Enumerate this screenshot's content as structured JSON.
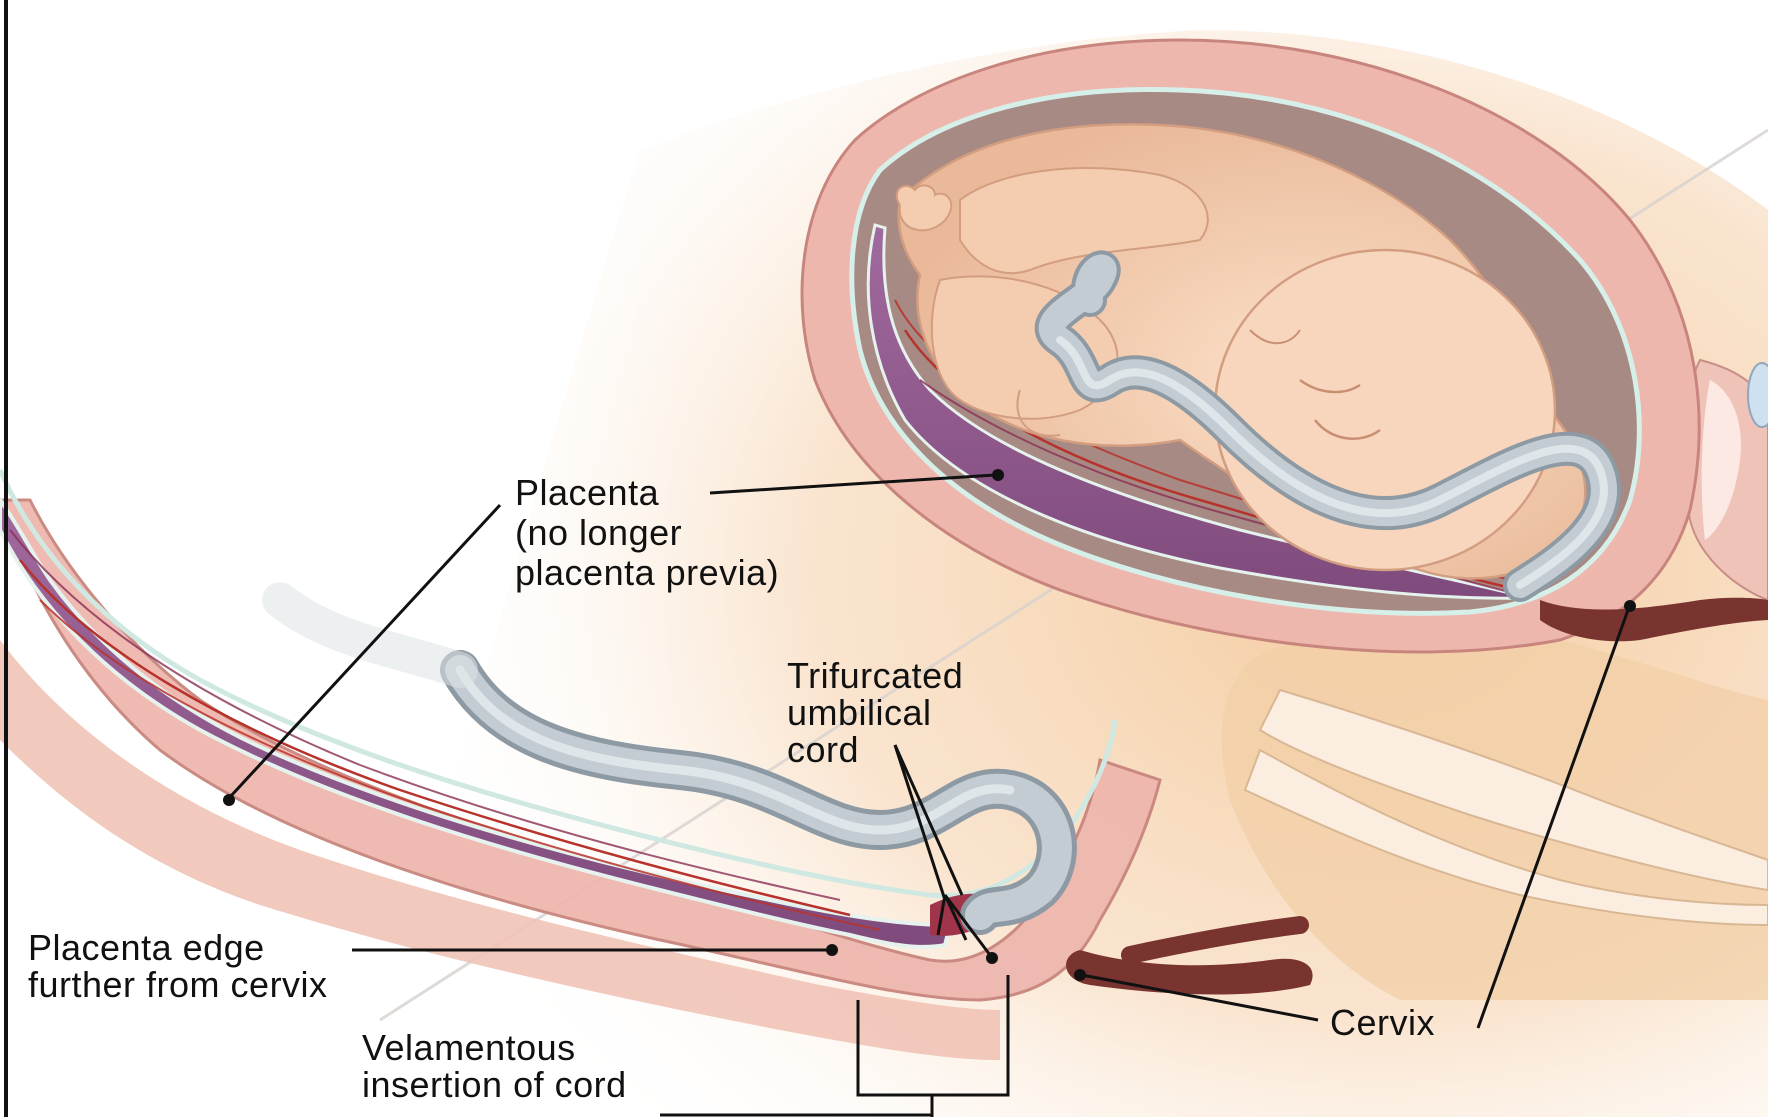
{
  "labels": {
    "placenta": [
      "Placenta",
      "(no longer",
      "placenta previa)"
    ],
    "trifurcated": [
      "Trifurcated",
      "umbilical",
      "cord"
    ],
    "placenta_edge": [
      "Placenta edge",
      "further from cervix"
    ],
    "velamentous": [
      "Velamentous",
      "insertion of cord"
    ],
    "cervix": "Cervix"
  },
  "colors": {
    "skin": "#f7d9b8",
    "uterine_wall": "#ebb3ab",
    "placenta": "#9a5c94",
    "vessel": "#b8322c",
    "cord": "#b9c3ca",
    "membrane": "#cfe9e2",
    "fetus": "#f4cdb0",
    "cavity": "#a98a82"
  }
}
